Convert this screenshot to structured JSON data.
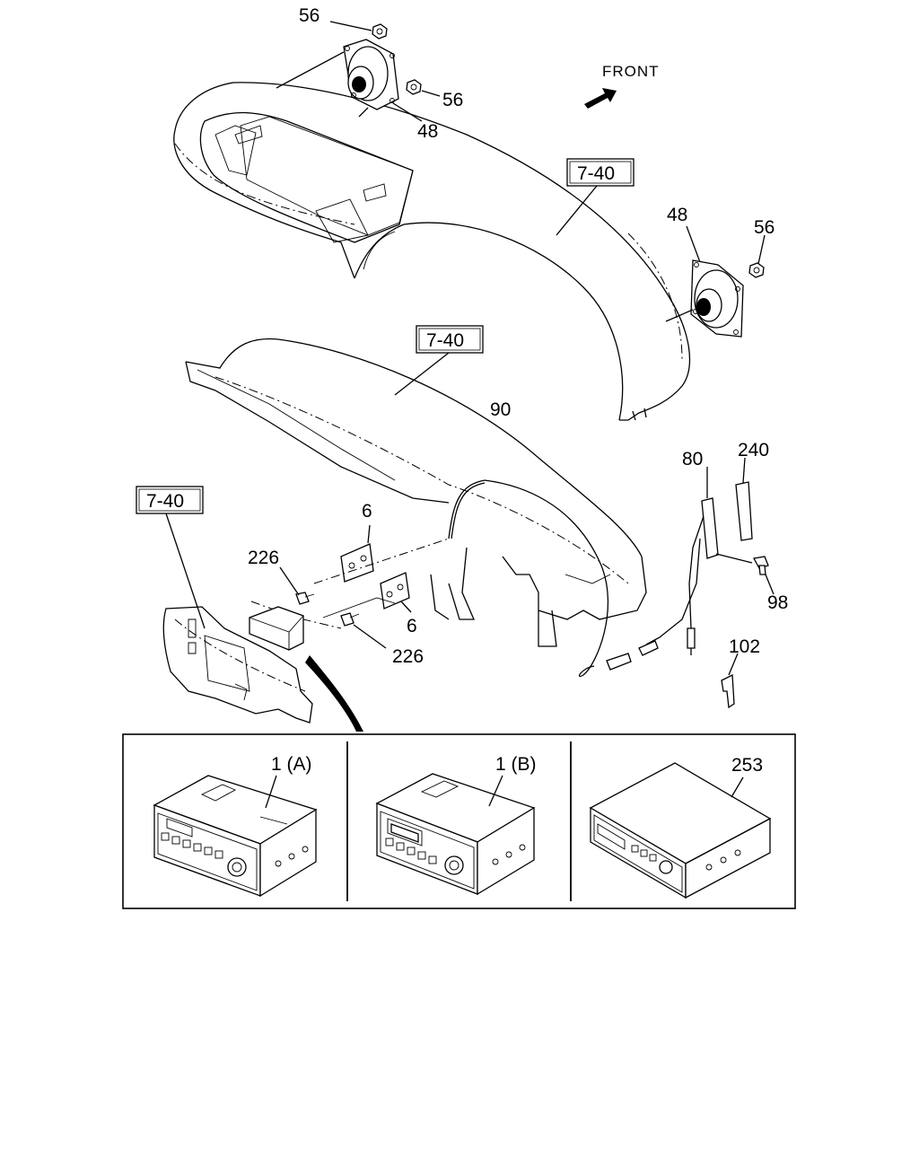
{
  "front_label": "FRONT",
  "callouts": {
    "nut_56_top": "56",
    "nut_56_mid": "56",
    "speaker_48_left": "48",
    "speaker_48_right": "48",
    "nut_56_right": "56",
    "ref_upper_panel": "7-40",
    "ref_lower_panel": "7-40",
    "ref_side_panel": "7-40",
    "antenna_cable_90": "90",
    "antenna_80": "80",
    "part_240": "240",
    "screw_98": "98",
    "bracket_6_top": "6",
    "bracket_6_bottom": "6",
    "bolt_226_top": "226",
    "bolt_226_bottom": "226",
    "clip_102": "102"
  },
  "variants": {
    "radio_a": "1 (A)",
    "radio_b": "1 (B)",
    "radio_253": "253"
  }
}
